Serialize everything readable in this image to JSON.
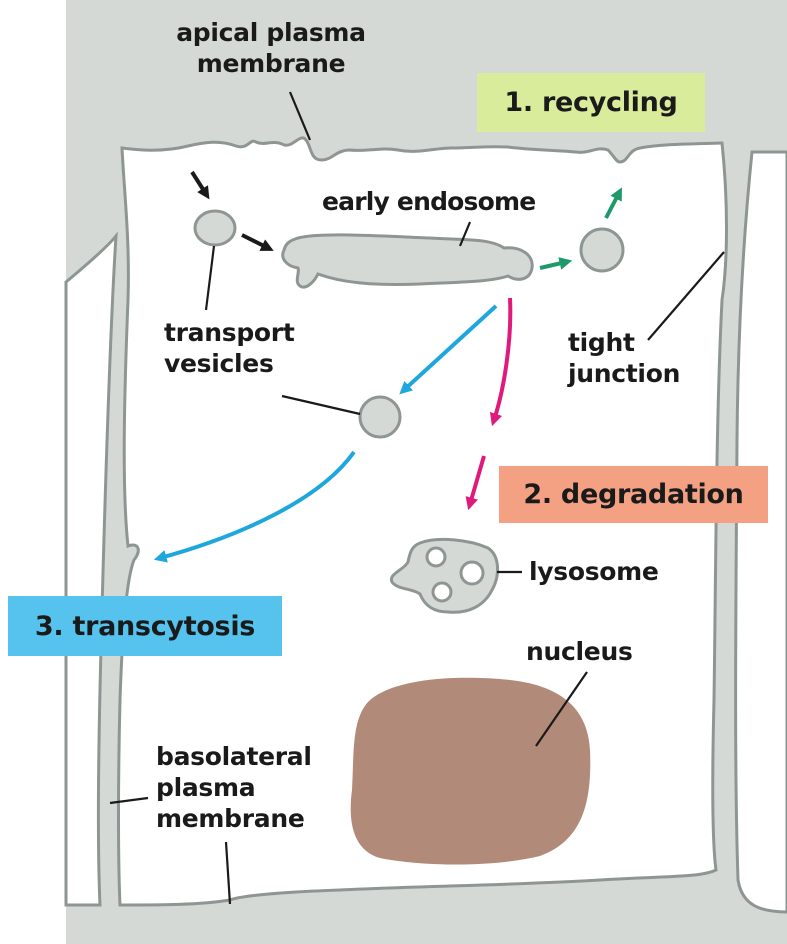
{
  "labels": {
    "apical_line1": "apical plasma",
    "apical_line2": "membrane",
    "early_endosome": "early endosome",
    "transport_line1": "transport",
    "transport_line2": "vesicles",
    "tight_line1": "tight",
    "tight_line2": "junction",
    "lysosome": "lysosome",
    "nucleus": "nucleus",
    "basolateral_line1": "basolateral",
    "basolateral_line2": "plasma",
    "basolateral_line3": "membrane"
  },
  "pathways": [
    {
      "label": "1. recycling",
      "color": "#d9ec9c",
      "arrow_color": "#1e9a6a"
    },
    {
      "label": "2. degradation",
      "color": "#f4a083",
      "arrow_color": "#e0197c"
    },
    {
      "label": "3. transcytosis",
      "color": "#55c3ee",
      "arrow_color": "#1ea7dc"
    }
  ],
  "colors": {
    "membrane_fill": "#d4d9d6",
    "membrane_stroke": "#8e9694",
    "nucleus": "#b28a79",
    "endocytosis_arrow": "#1a1a1a"
  }
}
